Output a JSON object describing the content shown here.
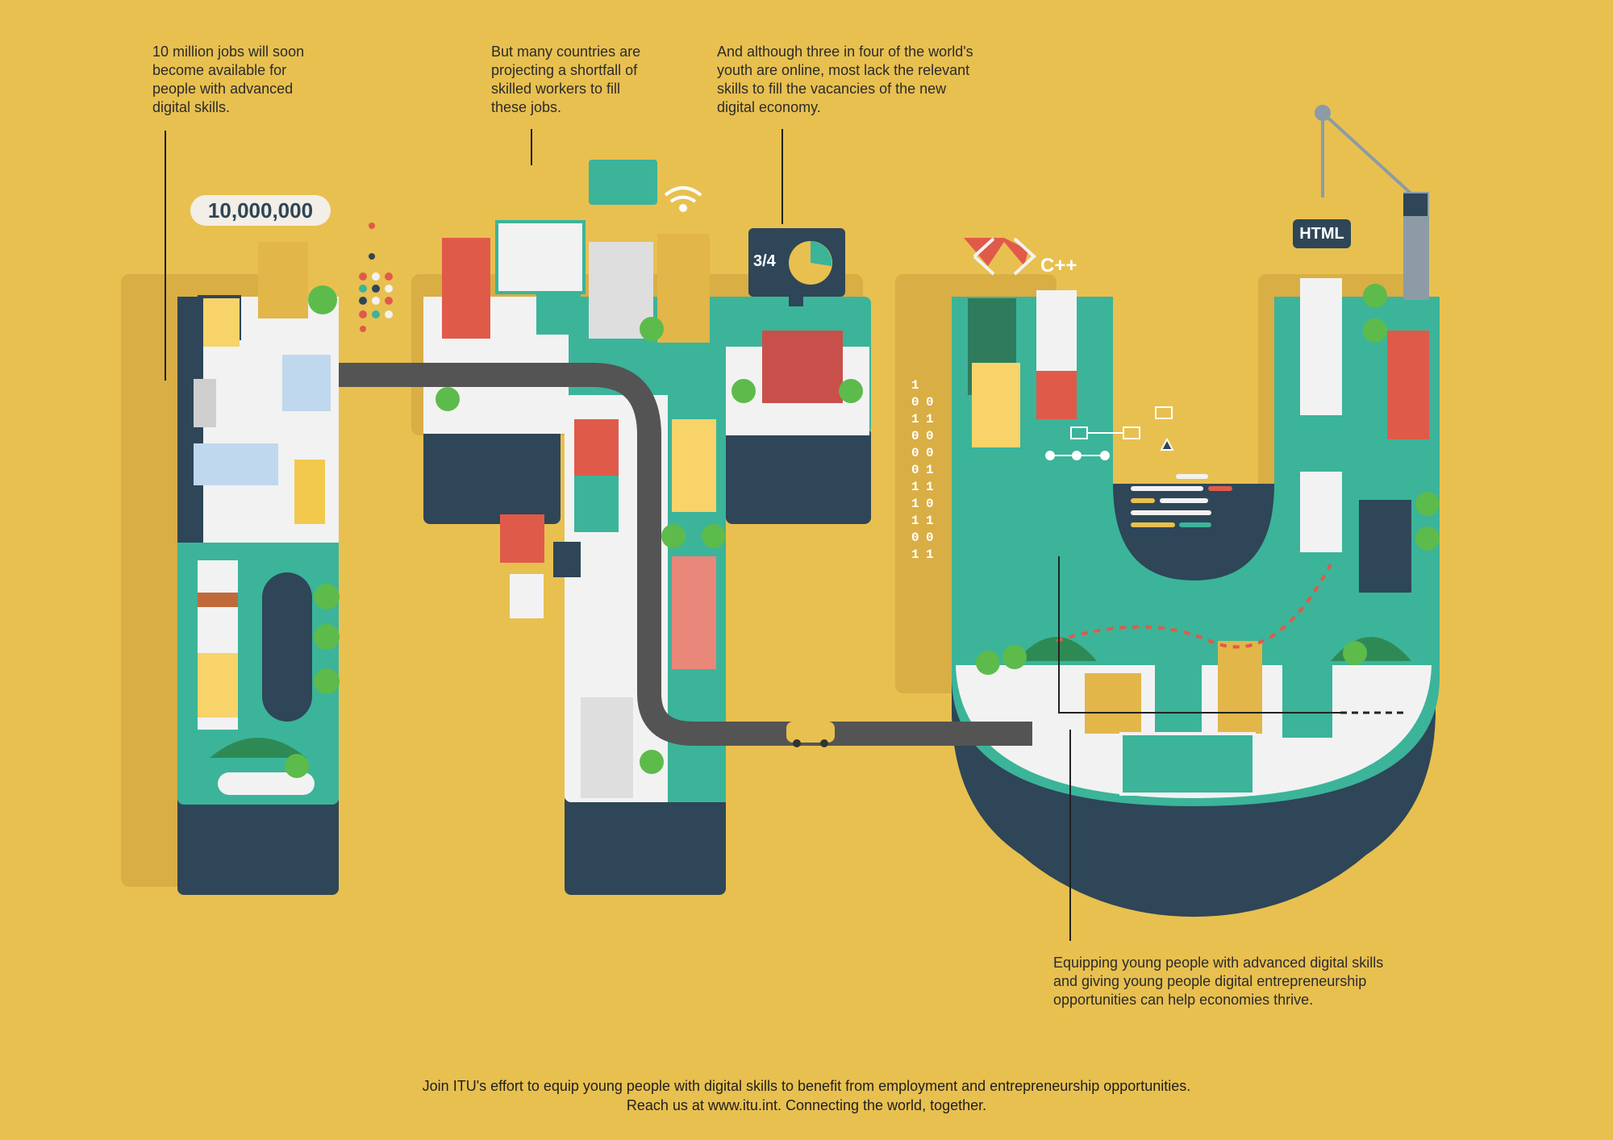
{
  "captions": {
    "jobs": "10 million jobs will soon\nbecome available for\npeople with advanced\ndigital skills.",
    "shortfall": "But many countries are\nprojecting a shortfall of\nskilled workers to fill\nthese jobs.",
    "youth": "And although three in four of the world's\nyouth are online, most lack the relevant\nskills to fill the vacancies of the new\ndigital economy.",
    "equipping": "Equipping young people with advanced digital skills\nand giving young people digital entrepreneurship\nopportunities can help economies thrive."
  },
  "badges": {
    "jobs_count": "10,000,000",
    "fraction": "3/4",
    "html": "HTML",
    "cpp": "C++"
  },
  "binary": {
    "col1": "1\n0\n1\n0\n0\n0\n1\n1\n1\n0\n1",
    "col2": "\n0\n1\n0\n0\n1\n1\n0\n1\n0\n1"
  },
  "footer": {
    "line1": "Join ITU's effort to equip young people with digital skills to benefit from employment and entrepreneurship opportunities.",
    "line2": "Reach us at www.itu.int. Connecting the world, together."
  },
  "colors": {
    "background": "#E8C050",
    "teal": "#3BB49A",
    "navy": "#2E4657",
    "white": "#F2F2F2",
    "road": "#545454",
    "red": "#E05A4A"
  },
  "icons": [
    "wifi-icon",
    "code-icon",
    "crane-icon",
    "car-icon",
    "tree-icon",
    "chart-pie-icon",
    "flowchart-icon"
  ]
}
